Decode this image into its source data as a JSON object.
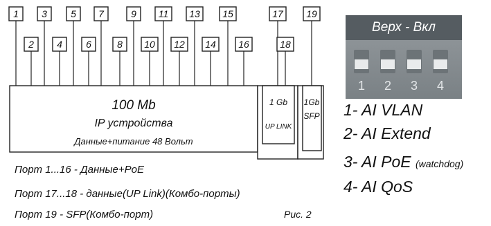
{
  "ports": [
    "1",
    "2",
    "3",
    "4",
    "5",
    "6",
    "7",
    "8",
    "9",
    "10",
    "11",
    "12",
    "13",
    "14",
    "15",
    "16",
    "17",
    "18",
    "19"
  ],
  "main_block": {
    "speed": "100 Mb",
    "devices": "IP устройства",
    "power": "Данные+питание 48 Вольт"
  },
  "uplink_block": {
    "speed": "1 Gb",
    "label": "UP LINK"
  },
  "sfp_block": {
    "speed": "1Gb",
    "label": "SFP"
  },
  "dip_switch": {
    "caption": "Верх - Вкл",
    "numbers": [
      "1",
      "2",
      "3",
      "4"
    ],
    "colors": {
      "caption_bg": "#555c61",
      "body": "#858b8f",
      "knob": "#e9ebec"
    }
  },
  "legend": [
    {
      "text": "1- AI VLAN",
      "note": ""
    },
    {
      "text": "2- AI Extend",
      "note": ""
    },
    {
      "text": "3- AI PoE",
      "note": "(watchdog)"
    },
    {
      "text": "4- AI QoS",
      "note": ""
    }
  ],
  "notes": [
    "Порт 1...16 - Данные+PoE",
    "Порт 17...18 - данные(UP Link)(Комбо-порты)",
    "Порт 19 - SFP(Комбо-порт)"
  ],
  "figure_label": "Рис. 2"
}
